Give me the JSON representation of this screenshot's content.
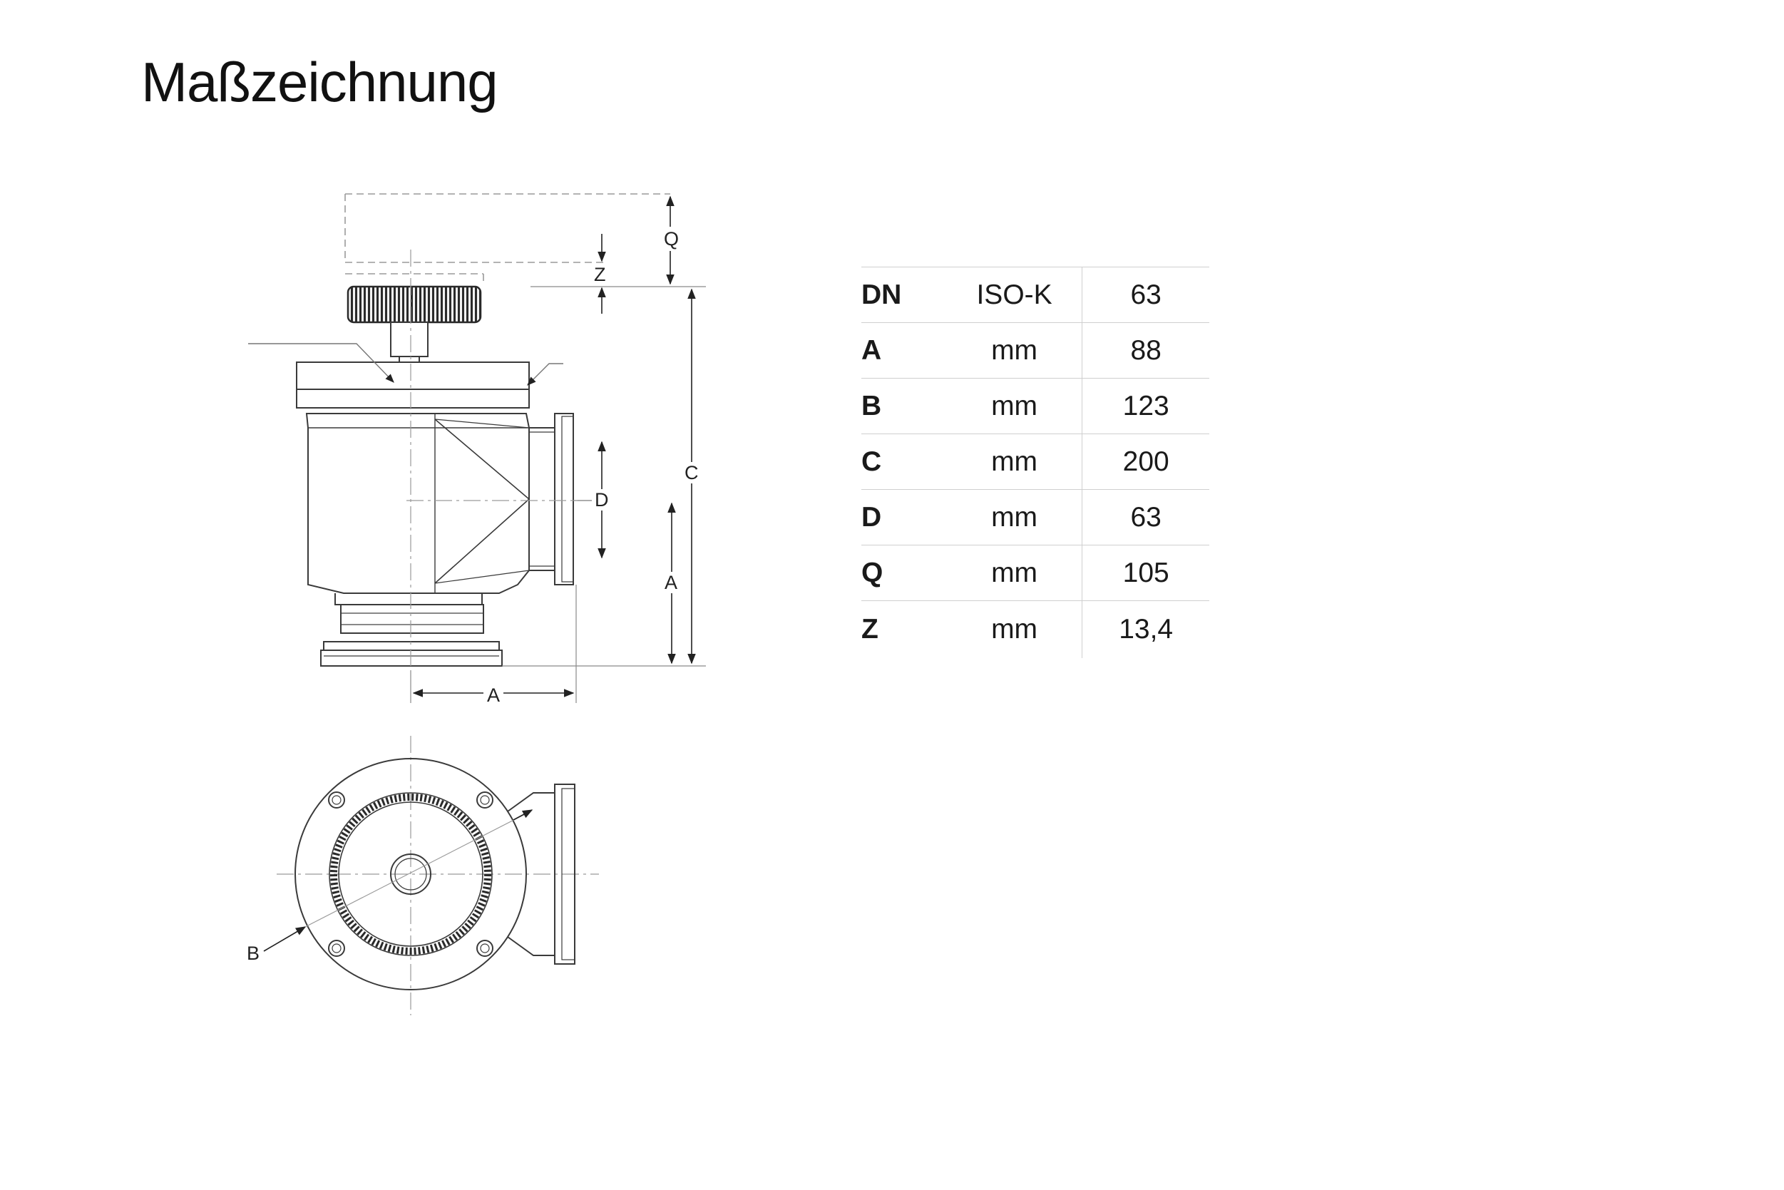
{
  "title": "Maßzeichnung",
  "dimension_labels": {
    "q": "Q",
    "z": "Z",
    "c": "C",
    "d": "D",
    "a_vertical": "A",
    "a_horizontal": "A",
    "b": "B"
  },
  "spec_table": {
    "rows": [
      {
        "label": "DN",
        "unit": "ISO-K",
        "value": "63"
      },
      {
        "label": "A",
        "unit": "mm",
        "value": "88"
      },
      {
        "label": "B",
        "unit": "mm",
        "value": "123"
      },
      {
        "label": "C",
        "unit": "mm",
        "value": "200"
      },
      {
        "label": "D",
        "unit": "mm",
        "value": "63"
      },
      {
        "label": "Q",
        "unit": "mm",
        "value": "105"
      },
      {
        "label": "Z",
        "unit": "mm",
        "value": "13,4"
      }
    ]
  },
  "colors": {
    "line": "#3a3a3a",
    "thin_line": "#8a8a8a",
    "knob": "#2a2a2a",
    "table_rule": "#cfcfcf"
  }
}
